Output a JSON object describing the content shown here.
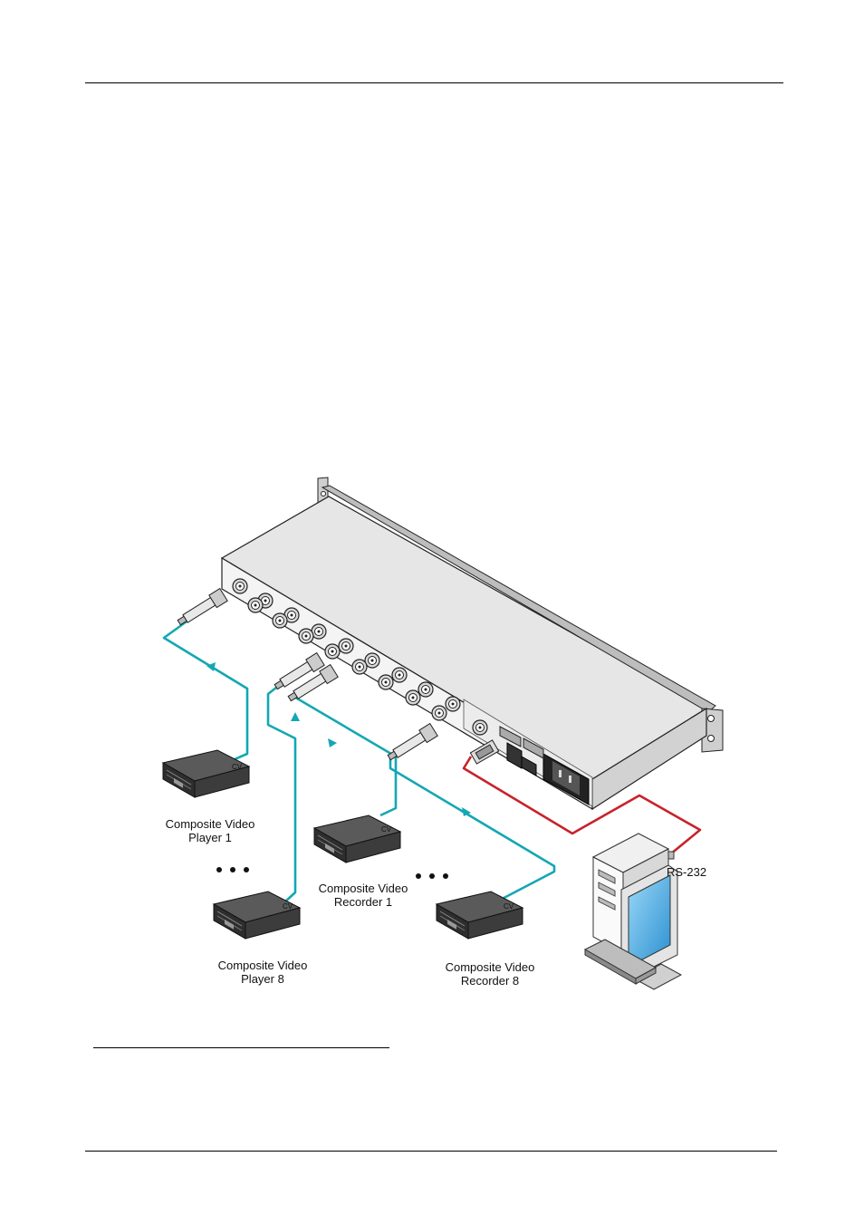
{
  "devices": {
    "player1": {
      "line1": "Composite Video",
      "line2": "Player 1",
      "port": "CV"
    },
    "player8": {
      "line1": "Composite Video",
      "line2": "Player 8",
      "port": "CV"
    },
    "recorder1": {
      "line1": "Composite Video",
      "line2": "Recorder 1",
      "port": "CV"
    },
    "recorder8": {
      "line1": "Composite Video",
      "line2": "Recorder 8",
      "port": "CV"
    },
    "pc": {
      "label": "RS-232"
    }
  },
  "colors": {
    "video_cable": "#14a7b4",
    "rs232_cable": "#c8222a",
    "chassis_top": "#e6e6e6",
    "chassis_front": "#f4f4f4",
    "device_body": "#3a3a3a",
    "screen": "#4ab0e6"
  },
  "icons": [
    "bnc-connector-icon",
    "vcr-icon",
    "pc-tower-icon",
    "monitor-icon",
    "keyboard-icon",
    "ellipsis-icon"
  ]
}
